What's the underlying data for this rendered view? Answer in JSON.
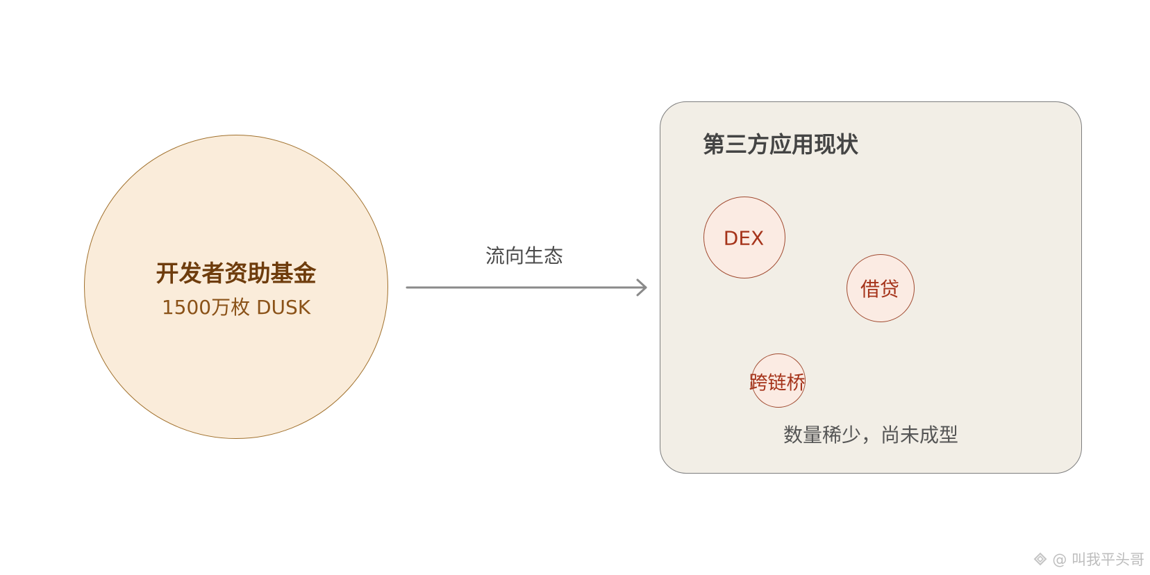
{
  "fund": {
    "title": "开发者资助基金",
    "amount": "1500万枚 DUSK"
  },
  "flow": {
    "label": "流向生态"
  },
  "ecosystem": {
    "title": "第三方应用现状",
    "apps": [
      {
        "label": "DEX"
      },
      {
        "label": "借贷"
      },
      {
        "label": "跨链桥"
      }
    ],
    "status": "数量稀少，尚未成型"
  },
  "watermark": {
    "text": "@ 叫我平头哥"
  },
  "colors": {
    "fund_fill": "#faecda",
    "fund_border": "#a0702c",
    "fund_title": "#6e3c0c",
    "panel_fill": "#f2eee6",
    "bubble_fill": "#fbebe3",
    "bubble_border": "#a04a30",
    "bubble_text": "#a5331a",
    "arrow": "#8a8a8a"
  }
}
